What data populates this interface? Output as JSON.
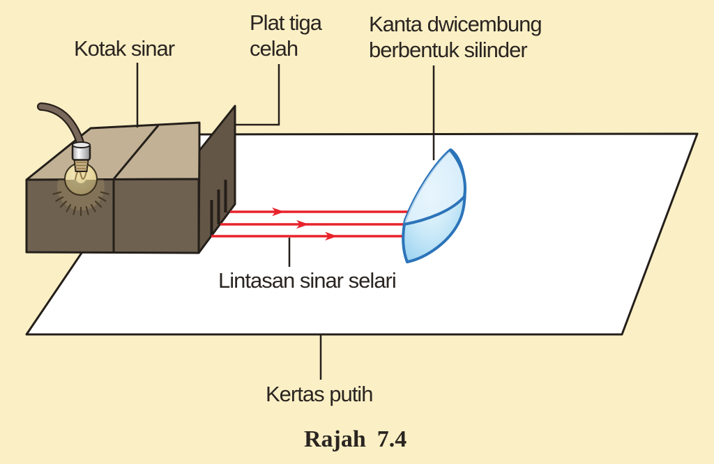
{
  "figure": {
    "type": "physics-ray-diagram",
    "caption": {
      "title": "Rajah",
      "number": "7.4"
    },
    "labels": {
      "ray_box": "Kotak sinar",
      "slit_plate": [
        "Plat tiga",
        "celah"
      ],
      "lens": [
        "Kanta dwicembung",
        "berbentuk silinder"
      ],
      "parallel_rays": "Lintasan sinar selari",
      "white_paper": "Kertas putih"
    },
    "ray_count": 3,
    "slit_count": 3,
    "colors": {
      "background": "#FBEFC5",
      "paper": "#FFFFFF",
      "outline": "#241F1A",
      "ray_red": "#E8232B",
      "lens_stroke": "#2C74B9",
      "box_top": "#C2B194",
      "box_front": "#6F6150",
      "plate": "#645646",
      "text": "#2A2521"
    }
  }
}
